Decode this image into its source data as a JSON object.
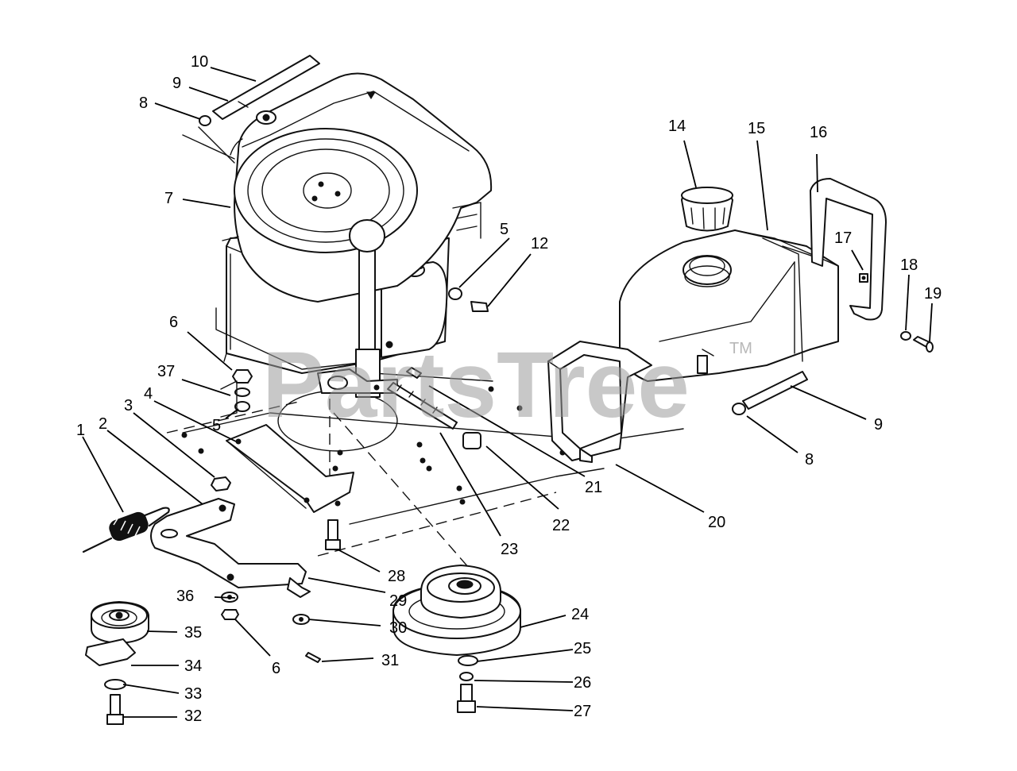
{
  "watermark": {
    "text": "PartsTree",
    "trademark": "TM"
  },
  "callouts": [
    {
      "id": "c1",
      "label": "1"
    },
    {
      "id": "c2",
      "label": "2"
    },
    {
      "id": "c3",
      "label": "3"
    },
    {
      "id": "c4",
      "label": "4"
    },
    {
      "id": "c5a",
      "label": "5"
    },
    {
      "id": "c5b",
      "label": "5"
    },
    {
      "id": "c6a",
      "label": "6"
    },
    {
      "id": "c6b",
      "label": "6"
    },
    {
      "id": "c7",
      "label": "7"
    },
    {
      "id": "c8a",
      "label": "8"
    },
    {
      "id": "c8b",
      "label": "8"
    },
    {
      "id": "c9a",
      "label": "9"
    },
    {
      "id": "c9b",
      "label": "9"
    },
    {
      "id": "c10",
      "label": "10"
    },
    {
      "id": "c12",
      "label": "12"
    },
    {
      "id": "c14",
      "label": "14"
    },
    {
      "id": "c15",
      "label": "15"
    },
    {
      "id": "c16",
      "label": "16"
    },
    {
      "id": "c17",
      "label": "17"
    },
    {
      "id": "c18",
      "label": "18"
    },
    {
      "id": "c19",
      "label": "19"
    },
    {
      "id": "c20",
      "label": "20"
    },
    {
      "id": "c21",
      "label": "21"
    },
    {
      "id": "c22",
      "label": "22"
    },
    {
      "id": "c23",
      "label": "23"
    },
    {
      "id": "c24",
      "label": "24"
    },
    {
      "id": "c25",
      "label": "25"
    },
    {
      "id": "c26",
      "label": "26"
    },
    {
      "id": "c27",
      "label": "27"
    },
    {
      "id": "c28",
      "label": "28"
    },
    {
      "id": "c29",
      "label": "29"
    },
    {
      "id": "c30",
      "label": "30"
    },
    {
      "id": "c31",
      "label": "31"
    },
    {
      "id": "c32",
      "label": "32"
    },
    {
      "id": "c33",
      "label": "33"
    },
    {
      "id": "c34",
      "label": "34"
    },
    {
      "id": "c35",
      "label": "35"
    },
    {
      "id": "c36",
      "label": "36"
    },
    {
      "id": "c37",
      "label": "37"
    }
  ]
}
